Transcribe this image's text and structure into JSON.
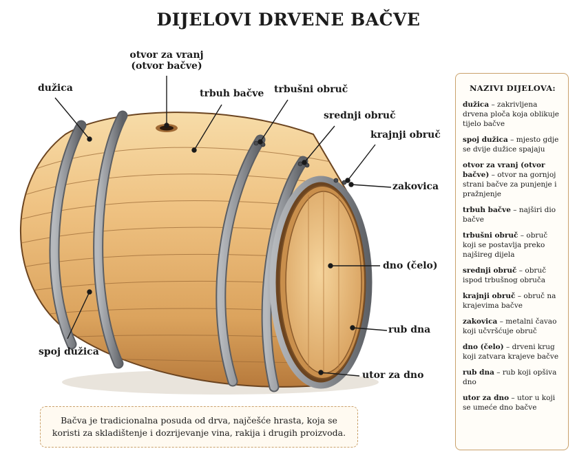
{
  "title": "DIJELOVI DRVENE BAČVE",
  "labels": {
    "duzica": "dužica",
    "otvor_line1": "otvor za vranj",
    "otvor_line2": "(otvor bačve)",
    "trbuh": "trbuh bačve",
    "trbusni_obruc": "trbušni obruč",
    "srednji_obruc": "srednji obruč",
    "krajnji_obruc": "krajnji obruč",
    "zakovica": "zakovica",
    "dno": "dno (čelo)",
    "rub_dna": "rub dna",
    "utor_za_dno": "utor za dno",
    "spoj_duzica": "spoj dužica"
  },
  "legend": {
    "heading": "NAZIVI DIJELOVA:",
    "items": [
      {
        "term": "dužica",
        "desc": " – zakrivljena drvena ploča koja oblikuje tijelo bačve"
      },
      {
        "term": "spoj dužica",
        "desc": " – mjesto gdje se dvije dužice spajaju"
      },
      {
        "term": "otvor za vranj (otvor bačve)",
        "desc": " – otvor na gornjoj strani bačve za punjenje i pražnjenje"
      },
      {
        "term": "trbuh bačve",
        "desc": " – najširi dio bačve"
      },
      {
        "term": "trbušni obruč",
        "desc": " – obruč koji se postavlja preko najšireg dijela"
      },
      {
        "term": "srednji obruč",
        "desc": " – obruč ispod trbušnog obruča"
      },
      {
        "term": "krajnji obruč",
        "desc": " – obruč na krajevima bačve"
      },
      {
        "term": "zakovica",
        "desc": " – metalni čavao koji učvršćuje obruč"
      },
      {
        "term": "dno (čelo)",
        "desc": " – drveni krug koji zatvara krajeve bačve"
      },
      {
        "term": "rub dna",
        "desc": " – rub koji opšiva dno"
      },
      {
        "term": "utor za dno",
        "desc": " – utor u koji se umeće dno bačve"
      }
    ]
  },
  "note": "Bačva je tradicionalna posuda od drva, najčešće hrasta, koja se koristi za skladištenje i dozrijevanje vina, rakija i drugih proizvoda.",
  "colors": {
    "wood_light": "#f2cc8f",
    "wood_mid": "#e0a85f",
    "wood_dark": "#b8793a",
    "hoop": "#8a8d92",
    "hoop_dark": "#5b5e63",
    "accent_border": "#c9a06a"
  }
}
